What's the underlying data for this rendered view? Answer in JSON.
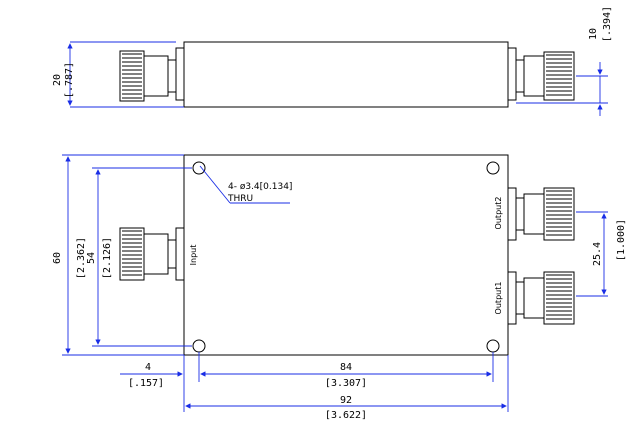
{
  "colors": {
    "outline": "#000000",
    "dimension": "#1a2ee6",
    "background": "#ffffff"
  },
  "top_view": {
    "height_mm": "20",
    "height_in": "[.787]",
    "connector_offset_mm": "10",
    "connector_offset_in": "[.394]"
  },
  "front_view": {
    "height_mm": "60",
    "height_in": "[2.362]",
    "hole_spacing_v_mm": "54",
    "hole_spacing_v_in": "[2.126]",
    "hole_note": "4- ø3.4[0.134]",
    "hole_note_2": "THRU",
    "port_input": "Input",
    "port_output1": "Output1",
    "port_output2": "Output2",
    "output_spacing_mm": "25.4",
    "output_spacing_in": "[1.000]",
    "edge_offset_mm": "4",
    "edge_offset_in": "[.157]",
    "hole_spacing_h_mm": "84",
    "hole_spacing_h_in": "[3.307]",
    "length_mm": "92",
    "length_in": "[3.622]"
  }
}
